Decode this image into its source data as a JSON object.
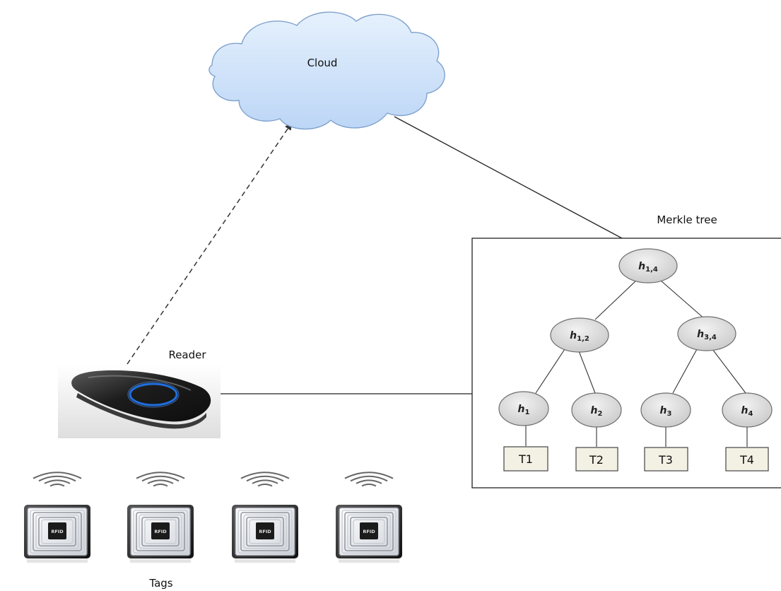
{
  "labels": {
    "cloud": "Cloud",
    "merkle_tree": "Merkle tree",
    "reader": "Reader",
    "tags": "Tags"
  },
  "merkle": {
    "root": {
      "base": "h",
      "sub": "1,4"
    },
    "level1": [
      {
        "base": "h",
        "sub": "1,2"
      },
      {
        "base": "h",
        "sub": "3,4"
      }
    ],
    "level2": [
      {
        "base": "h",
        "sub": "1"
      },
      {
        "base": "h",
        "sub": "2"
      },
      {
        "base": "h",
        "sub": "3"
      },
      {
        "base": "h",
        "sub": "4"
      }
    ],
    "leaves": [
      "T1",
      "T2",
      "T3",
      "T4"
    ]
  },
  "tag_chip_text": "RFID",
  "icons": [
    "cloud-icon",
    "rfid-reader-icon",
    "wifi-signal-icon",
    "rfid-tag-icon"
  ],
  "colors": {
    "cloud_fill": "#cfe3fb",
    "cloud_stroke": "#7fa2cc",
    "node_fill": "#dcdcdc",
    "leaf_fill": "#f3f1e4",
    "reader_ring": "#1f6fe0"
  }
}
